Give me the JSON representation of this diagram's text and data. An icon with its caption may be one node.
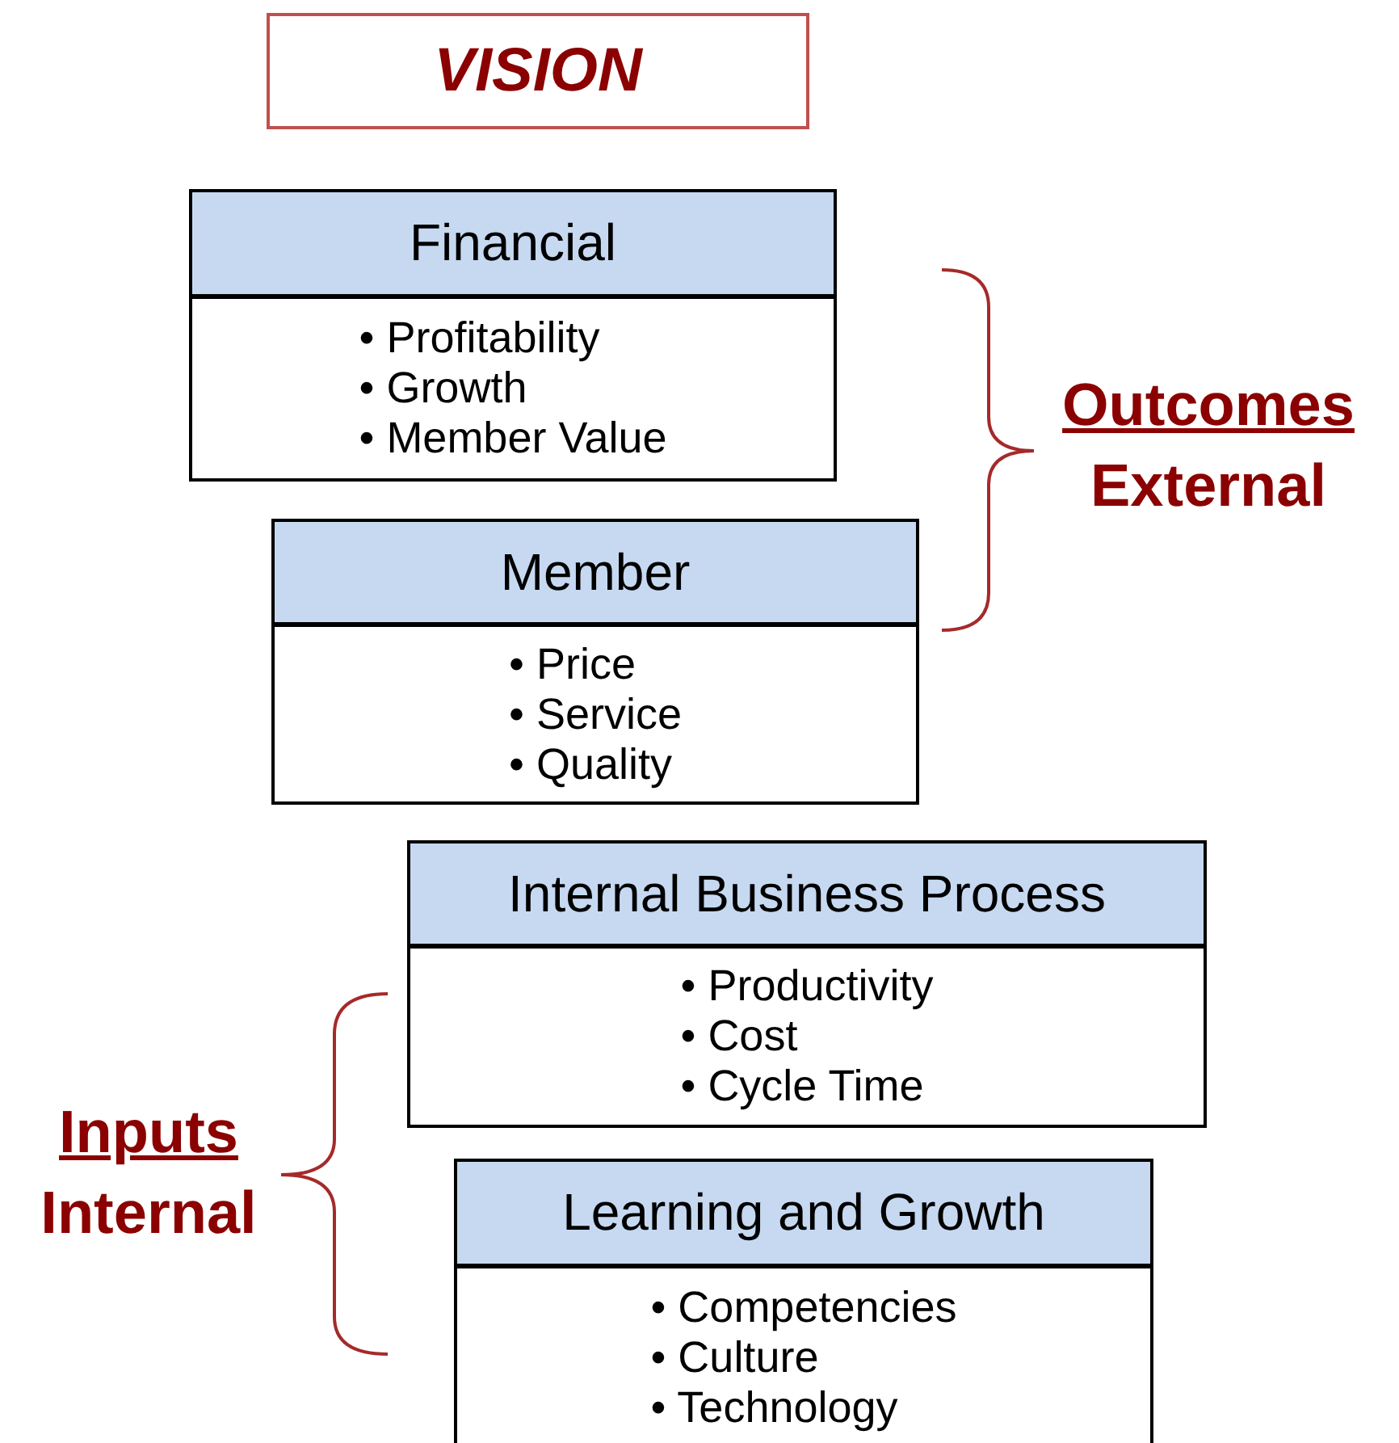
{
  "diagram": {
    "nodes": [
      {
        "text": [
          "VISION"
        ]
      },
      {
        "text": [
          "Financial",
          "• Profitability",
          "• Growth",
          "• Member Value"
        ]
      },
      {
        "text": [
          "Member",
          "• Price",
          "• Service",
          "• Quality"
        ]
      },
      {
        "text": [
          "Internal Business Process",
          "• Productivity",
          "• Cost",
          "• Cycle Time"
        ]
      },
      {
        "text": [
          "Learning and Growth",
          "• Competencies",
          "• Culture",
          "• Technology"
        ]
      }
    ],
    "edges": [],
    "labels": [
      "Outcomes",
      "External",
      "Inputs",
      "Internal"
    ]
  }
}
